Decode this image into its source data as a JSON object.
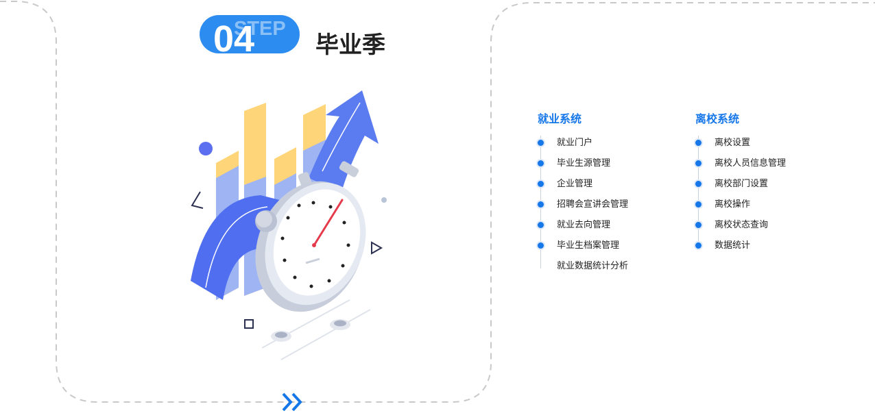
{
  "step": {
    "badge_word": "STEP",
    "number": "04",
    "title": "毕业季"
  },
  "colors": {
    "accent": "#1677e8",
    "pill": "#2d8cf0",
    "dashed_border": "#c8c8c8"
  },
  "columns": [
    {
      "title": "就业系统",
      "items": [
        {
          "label": "就业门户",
          "bullet": true
        },
        {
          "label": "毕业生源管理",
          "bullet": true
        },
        {
          "label": "企业管理",
          "bullet": true
        },
        {
          "label": "招聘会宣讲会管理",
          "bullet": true
        },
        {
          "label": "就业去向管理",
          "bullet": true
        },
        {
          "label": "毕业生档案管理",
          "bullet": true
        },
        {
          "label": "就业数据统计分析",
          "bullet": false
        }
      ]
    },
    {
      "title": "离校系统",
      "items": [
        {
          "label": "离校设置",
          "bullet": true
        },
        {
          "label": "离校人员信息管理",
          "bullet": true
        },
        {
          "label": "离校部门设置",
          "bullet": true
        },
        {
          "label": "离校操作",
          "bullet": true
        },
        {
          "label": "离校状态查询",
          "bullet": true
        },
        {
          "label": "数据统计",
          "bullet": true
        }
      ]
    }
  ],
  "icons": {
    "next": "double-chevron-right-icon",
    "illustration": "stopwatch-growth-chart-illustration"
  }
}
